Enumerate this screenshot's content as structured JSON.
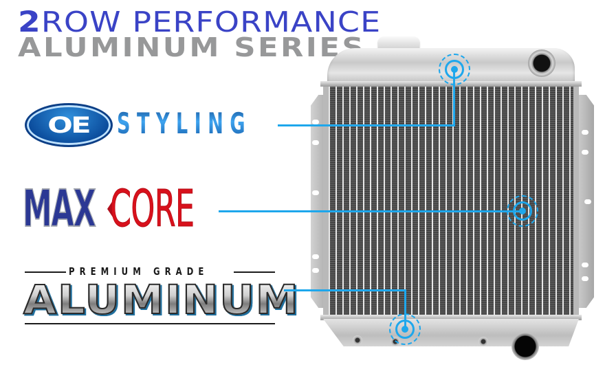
{
  "headline": {
    "line1_number": "2",
    "line1_text": "ROW PERFORMANCE",
    "line2_text": "ALUMINUM SERIES"
  },
  "features": [
    {
      "id": "oe-styling",
      "badge": "OE",
      "label": "STYLING",
      "callout_target": "top tank"
    },
    {
      "id": "maxcore",
      "label_part1": "MAX",
      "label_part2": "CORE",
      "callout_target": "core"
    },
    {
      "id": "premium-aluminum",
      "label_top": "PREMIUM GRADE",
      "label_main": "ALUMINUM",
      "callout_target": "bottom tank"
    }
  ],
  "product": {
    "name": "aluminum radiator",
    "icon": "radiator-image"
  },
  "colors": {
    "headline_blue": "#3a43c6",
    "headline_gray": "#979899",
    "callout_blue": "#1ea7ec",
    "oe_blue": "#0b4c9c",
    "max_blue": "#2b3894",
    "core_red": "#d8111c"
  }
}
